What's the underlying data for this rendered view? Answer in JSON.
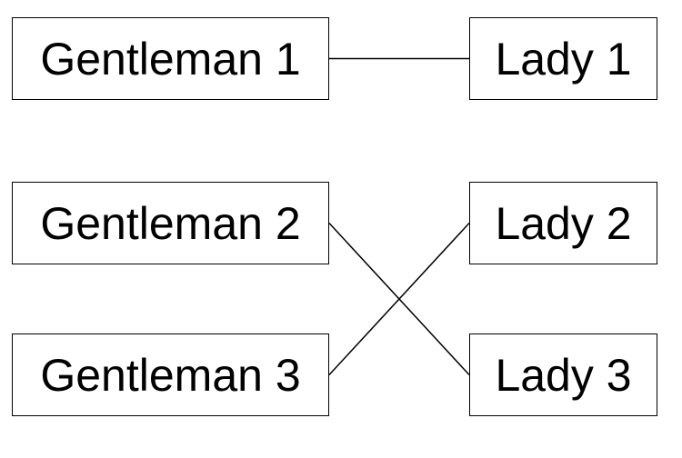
{
  "gentlemen": [
    {
      "id": "g1",
      "label": "Gentleman 1"
    },
    {
      "id": "g2",
      "label": "Gentleman 2"
    },
    {
      "id": "g3",
      "label": "Gentleman 3"
    }
  ],
  "ladies": [
    {
      "id": "l1",
      "label": "Lady 1"
    },
    {
      "id": "l2",
      "label": "Lady 2"
    },
    {
      "id": "l3",
      "label": "Lady 3"
    }
  ],
  "pairings": [
    {
      "from": "g1",
      "to": "l1"
    },
    {
      "from": "g2",
      "to": "l3"
    },
    {
      "from": "g3",
      "to": "l2"
    }
  ],
  "colors": {
    "line": "#000000",
    "border": "#000000",
    "background": "#ffffff"
  }
}
